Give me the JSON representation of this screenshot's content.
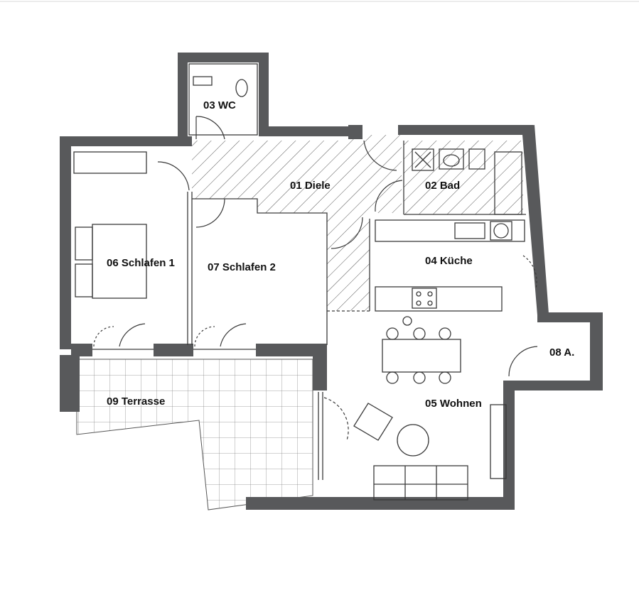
{
  "rooms": {
    "diele": "01 Diele",
    "bad": "02 Bad",
    "wc": "03 WC",
    "kueche": "04 Küche",
    "wohnen": "05 Wohnen",
    "schlafen1": "06 Schlafen 1",
    "schlafen2": "07 Schlafen 2",
    "abstell": "08 A.",
    "terrasse": "09 Terrasse"
  },
  "colors": {
    "wall": "#58595b",
    "line": "#3a3a3a",
    "hatch": "#555555",
    "background": "#ffffff"
  }
}
